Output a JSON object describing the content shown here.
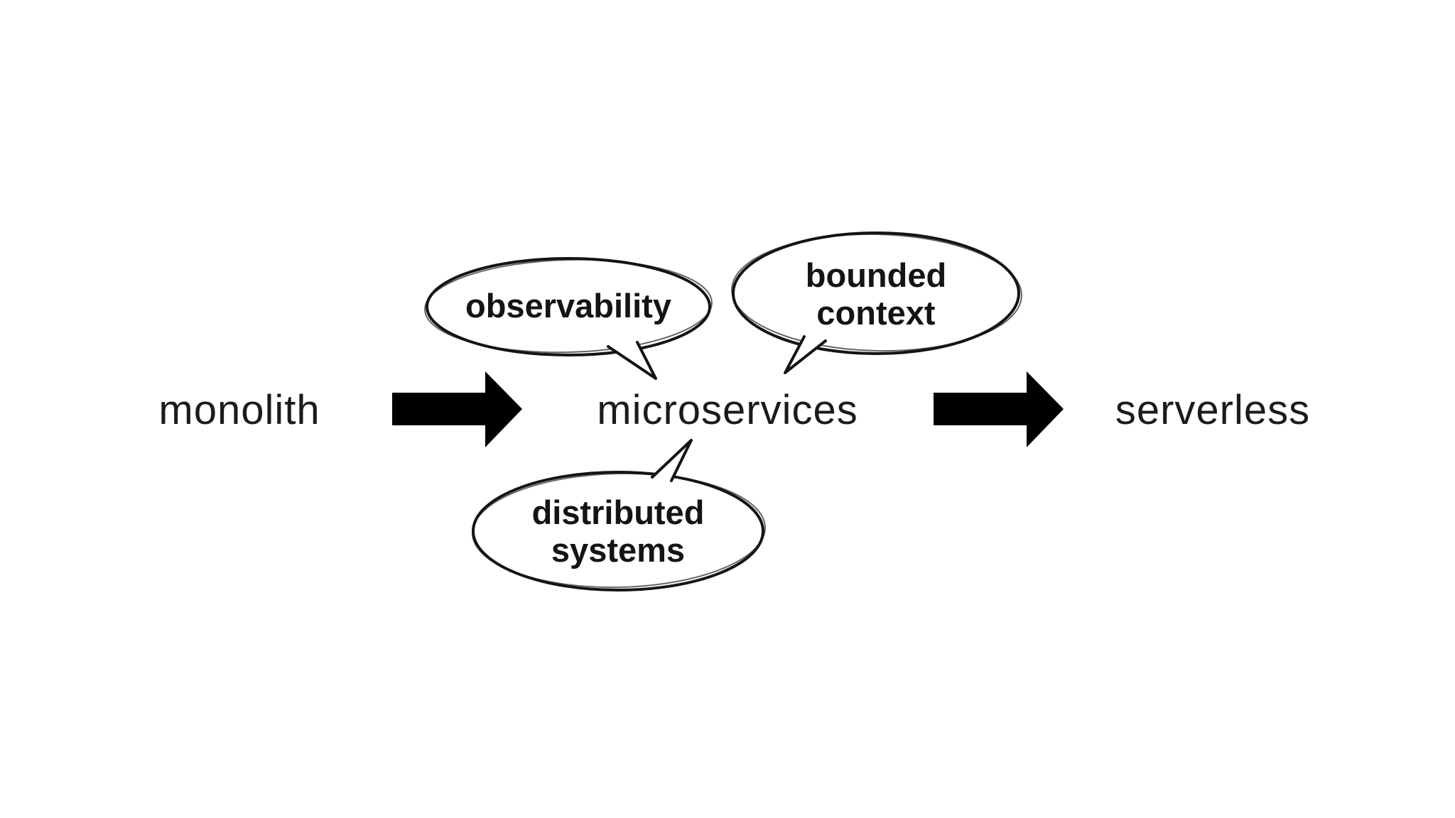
{
  "canvas": {
    "background": "#ffffff",
    "ink": "#141414",
    "arrow_color": "#000000",
    "bubble_fill": "#ffffff"
  },
  "flow": {
    "stages": [
      {
        "label": "monolith"
      },
      {
        "label": "microservices"
      },
      {
        "label": "serverless"
      }
    ],
    "arrows": [
      {
        "icon": "arrow-right-icon",
        "from": "monolith",
        "to": "microservices"
      },
      {
        "icon": "arrow-right-icon",
        "from": "microservices",
        "to": "serverless"
      }
    ]
  },
  "bubbles": [
    {
      "id": "observability",
      "lines": [
        "observability"
      ],
      "points_to": "microservices"
    },
    {
      "id": "bounded-context",
      "lines": [
        "bounded",
        "context"
      ],
      "points_to": "microservices"
    },
    {
      "id": "distributed-systems",
      "lines": [
        "distributed",
        "systems"
      ],
      "points_to": "microservices"
    }
  ]
}
